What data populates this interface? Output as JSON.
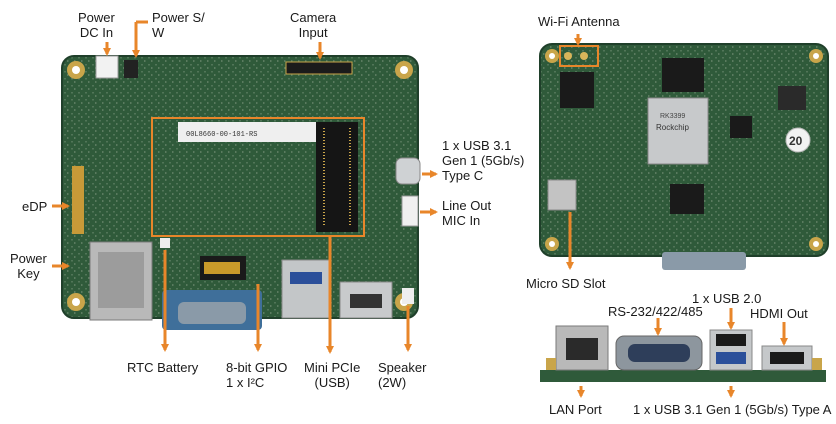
{
  "labels": {
    "power_dc_in": [
      "Power",
      "DC In"
    ],
    "power_sw": [
      "Power S/",
      "W"
    ],
    "camera_input": [
      "Camera",
      "Input"
    ],
    "usb31_type_c": [
      "1 x USB 3.1",
      "Gen 1 (5Gb/s)",
      "Type C"
    ],
    "line_out_mic_in": [
      "Line Out",
      "MIC In"
    ],
    "edp": [
      "eDP"
    ],
    "power_key": [
      "Power",
      "Key"
    ],
    "rtc_battery": [
      "RTC Battery"
    ],
    "gpio": [
      "8-bit GPIO",
      "1 x I²C"
    ],
    "mini_pcie": [
      "Mini PCIe",
      "(USB)"
    ],
    "speaker": [
      "Speaker",
      "(2W)"
    ],
    "wifi_antenna": [
      "Wi-Fi Antenna"
    ],
    "micro_sd": [
      "Micro SD Slot"
    ],
    "rs232": [
      "RS-232/422/485"
    ],
    "usb20": [
      "1 x USB 2.0"
    ],
    "hdmi_out": [
      "HDMI Out"
    ],
    "lan_port": [
      "LAN Port"
    ],
    "usb31_type_a": [
      "1 x USB 3.1 Gen 1 (5Gb/s) Type A"
    ]
  },
  "silkscreen": {
    "chip_brand": "Rockchip",
    "chip_model": "RK3399",
    "badge": "20",
    "sticker": "00L8660-00-101-RS"
  },
  "colors": {
    "accent_orange": "#e8862a",
    "pcb_green": "#2f5a3a",
    "pcb_dark": "#1f3f2a"
  }
}
